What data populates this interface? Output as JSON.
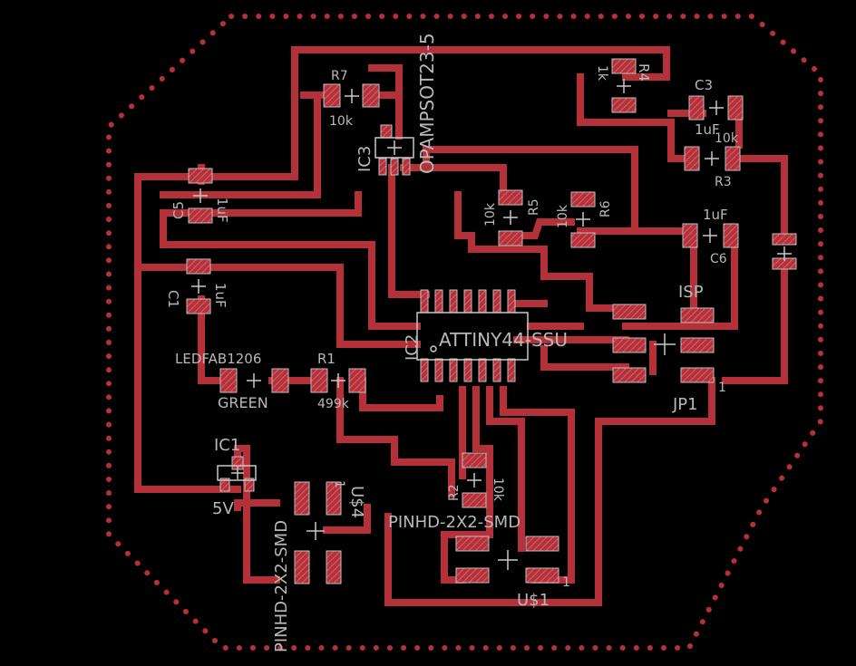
{
  "colors": {
    "background": "#000000",
    "trace": "#b5313a",
    "pad": "#b5313a",
    "pad_hatch": "#d8707a",
    "outline": "#b5313a",
    "silk": "#c0c0c0",
    "label": "#b8b8b8"
  },
  "labels": {
    "r7_name": "R7",
    "r7_value": "10k",
    "ic3_name": "IC3",
    "ic3_value": "OPAMPSOT23-5",
    "r4_name": "R4",
    "r4_value": "1k",
    "c3_name": "C3",
    "c3_value": "1uF",
    "r3_value": "10k",
    "r3_name": "R3",
    "c5_name": "C5",
    "c5_value": "1uF",
    "r5_value": "10k",
    "r5_name": "R5",
    "r6_value": "10k",
    "r6_name": "R6",
    "c6_value": "1uF",
    "c6_name": "C6",
    "c1_name": "C1",
    "c1_value": "1uF",
    "isp_name": "ISP",
    "ic2_name": "IC2",
    "ic2_value": "ATTINY44-SSU",
    "led_value": "LEDFAB1206",
    "led_color": "GREEN",
    "r1_name": "R1",
    "r1_value": "499k",
    "jp1_name": "JP1",
    "jp1_pin": "1",
    "ic1_name": "IC1",
    "ic1_value": "5V",
    "u4_name": "U$4",
    "u4_pin": "1",
    "u4_value": "PINHD-2X2-SMD",
    "r2_name": "R2",
    "r2_value": "10k",
    "u1_value": "PINHD-2X2-SMD",
    "u1_name": "U$1",
    "u1_pin": "1"
  }
}
